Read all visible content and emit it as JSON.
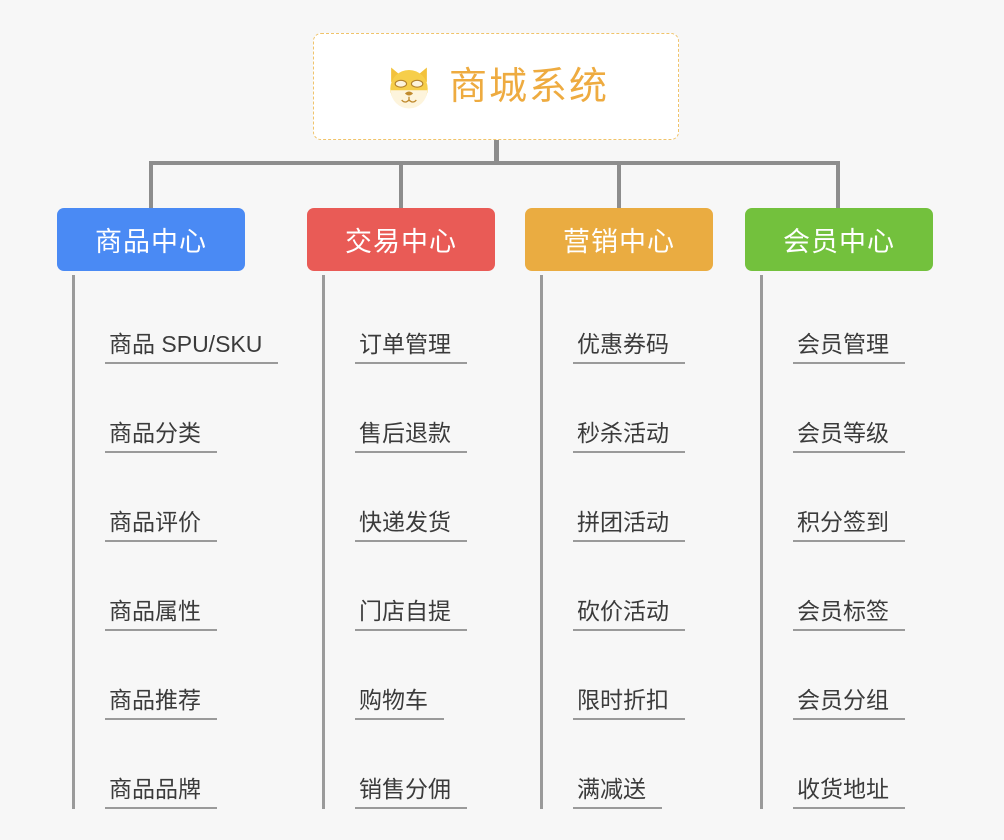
{
  "background_color": "#f7f7f7",
  "root": {
    "title": "商城系统",
    "icon": "shiba-dog-face-icon",
    "text_color": "#eeab40",
    "border_color": "#f0c36a"
  },
  "connector_color": "#8d8d8d",
  "columns": [
    {
      "label": "商品中心",
      "color": "#4a8af4",
      "items": [
        "商品 SPU/SKU",
        "商品分类",
        "商品评价",
        "商品属性",
        "商品推荐",
        "商品品牌"
      ]
    },
    {
      "label": "交易中心",
      "color": "#e95b56",
      "items": [
        "订单管理",
        "售后退款",
        "快递发货",
        "门店自提",
        "购物车",
        "销售分佣"
      ]
    },
    {
      "label": "营销中心",
      "color": "#eaac41",
      "items": [
        "优惠券码",
        "秒杀活动",
        "拼团活动",
        "砍价活动",
        "限时折扣",
        "满减送"
      ]
    },
    {
      "label": "会员中心",
      "color": "#73c13d",
      "items": [
        "会员管理",
        "会员等级",
        "积分签到",
        "会员标签",
        "会员分组",
        "收货地址"
      ]
    }
  ]
}
